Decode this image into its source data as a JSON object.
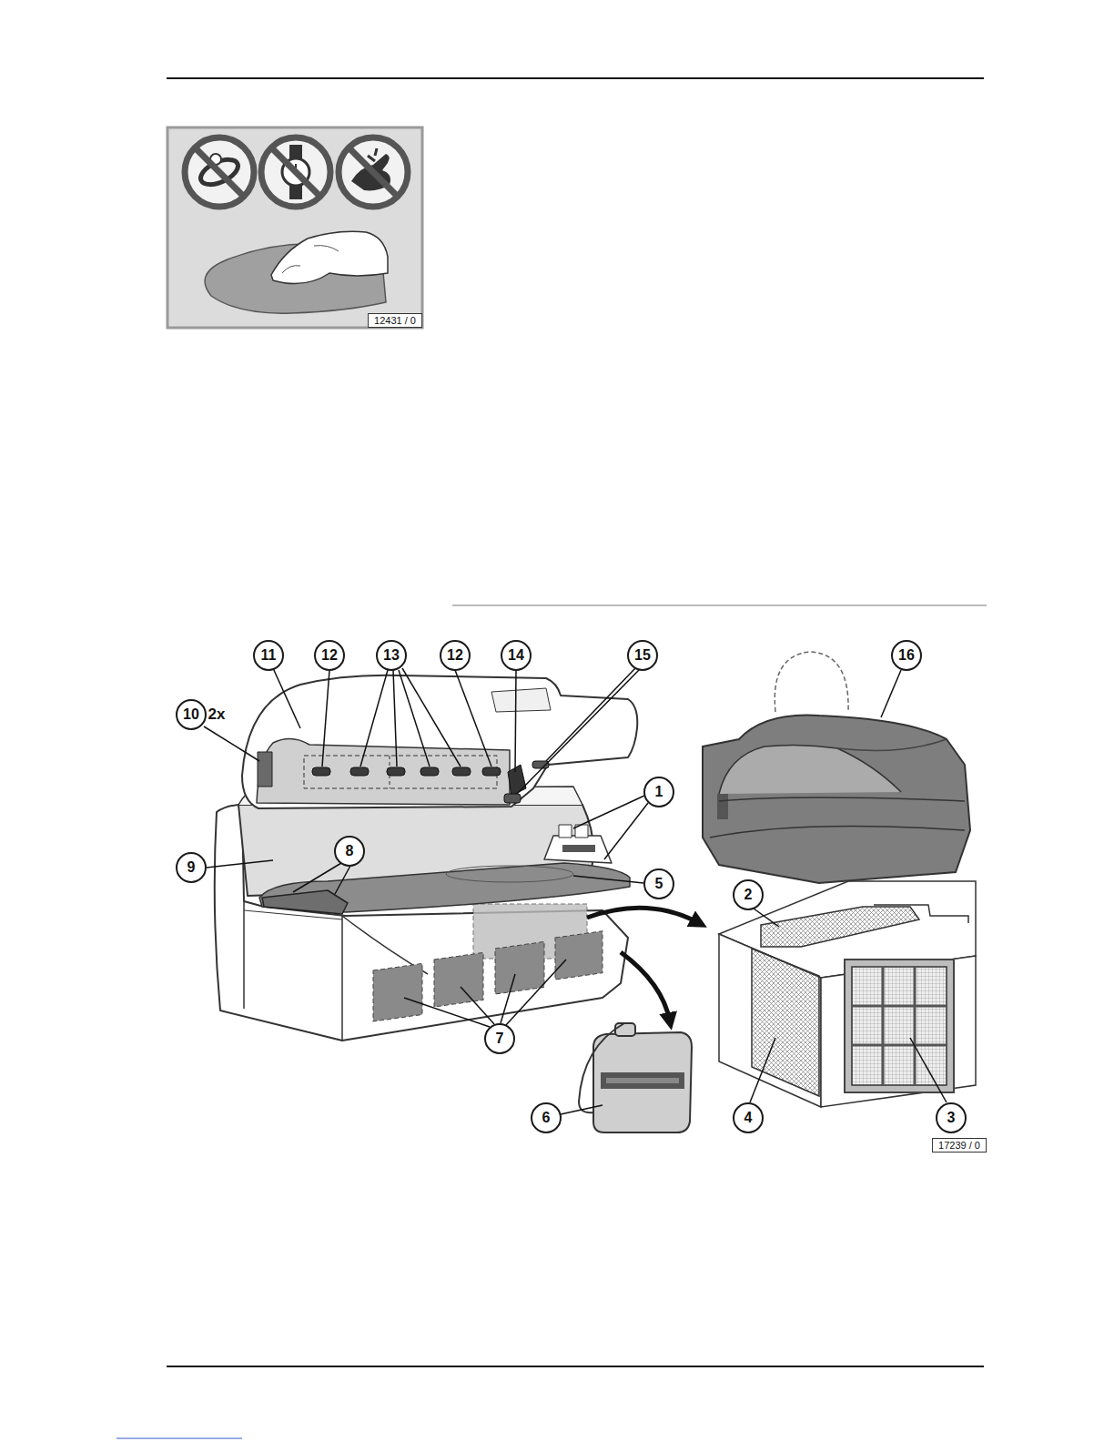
{
  "diagram": {
    "labels": [
      "12431 / 0",
      "11",
      "12",
      "13",
      "12",
      "14",
      "15",
      "10",
      "2x",
      "16",
      "1",
      "9",
      "8",
      "5",
      "2",
      "7",
      "6",
      "4",
      "3",
      "17239 / 0"
    ]
  }
}
